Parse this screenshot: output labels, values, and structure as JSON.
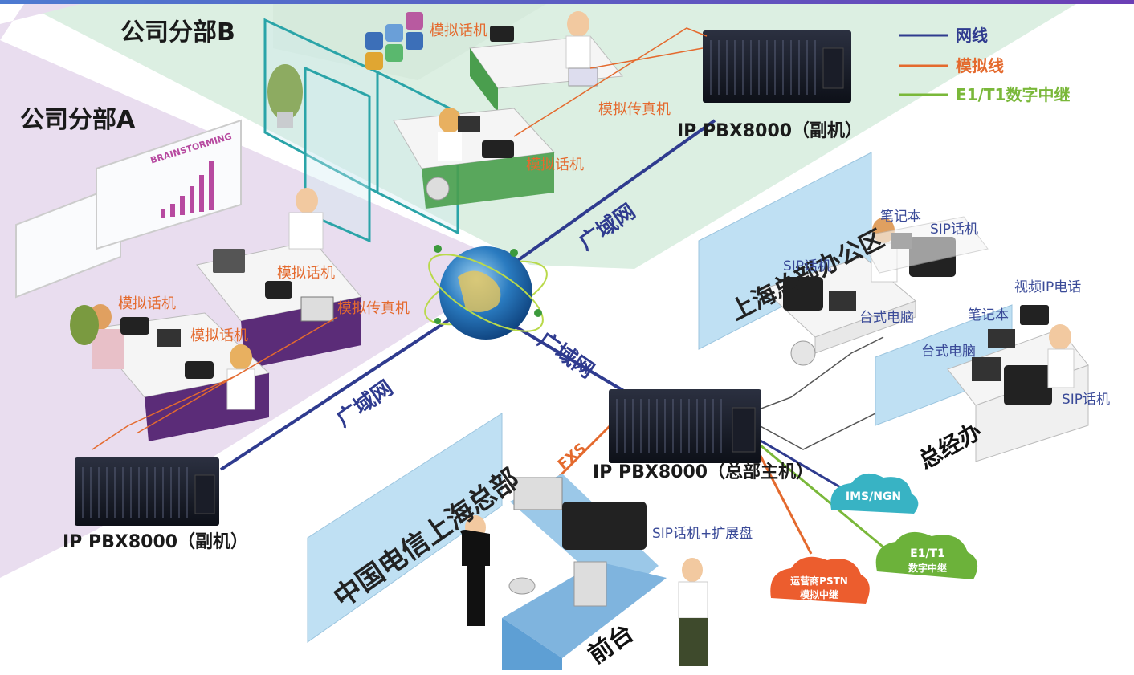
{
  "legend": {
    "items": [
      {
        "label": "网线",
        "color": "#2f3b8f"
      },
      {
        "label": "模拟线",
        "color": "#e46a2e"
      },
      {
        "label": "E1/T1数字中继",
        "color": "#7ab83a"
      }
    ]
  },
  "branch_b": {
    "title": "公司分部B",
    "phone1": "模拟话机",
    "fax": "模拟传真机",
    "phone2": "模拟话机",
    "pbx": "IP PBX8000（副机）"
  },
  "branch_a": {
    "title": "公司分部A",
    "phone1": "模拟话机",
    "phone2": "模拟话机",
    "phone3": "模拟话机",
    "fax": "模拟传真机",
    "pbx": "IP PBX8000（副机）",
    "whiteboard": "BRAINSTORMING"
  },
  "wan_labels": [
    "广域网",
    "广域网",
    "广域网"
  ],
  "hq_office": {
    "panel": "上海总部办公区",
    "laptop": "笔记本",
    "sip1": "SIP话机",
    "sip2": "SIP话机",
    "desktop": "台式电脑"
  },
  "gm_office": {
    "video": "视频IP电话",
    "laptop": "笔记本",
    "desktop": "台式电脑",
    "sip": "SIP话机",
    "label": "总经办"
  },
  "hq_main": {
    "pbx": "IP PBX8000（总部主机）",
    "fxs": "FXS"
  },
  "telecom": {
    "panel": "中国电信上海总部"
  },
  "reception": {
    "sip_ext": "SIP话机+扩展盘",
    "label": "前台"
  },
  "clouds": {
    "ims": "IMS/NGN",
    "e1_line1": "E1/T1",
    "e1_line2": "数字中继",
    "pstn_line1": "运营商PSTN",
    "pstn_line2": "模拟中继"
  }
}
